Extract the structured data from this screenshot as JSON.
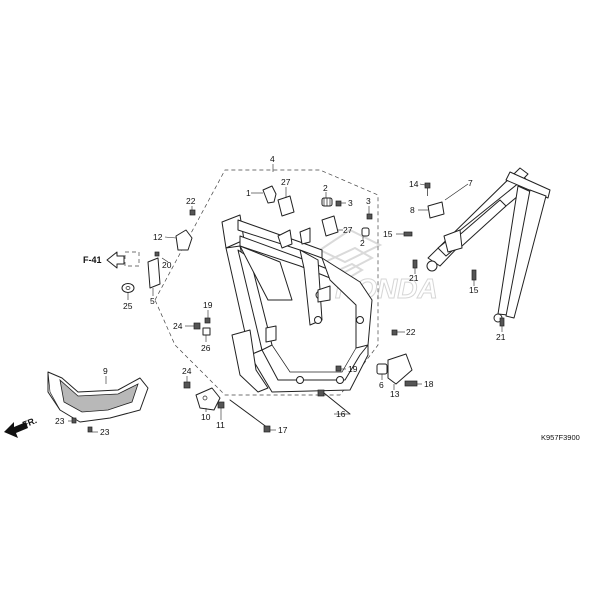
{
  "diagram": {
    "ref_code": "F-41",
    "front_marker": "FR.",
    "catalog_code": "K957F3900",
    "watermark": "HONDA",
    "callouts": [
      {
        "id": "c4",
        "text": "4"
      },
      {
        "id": "c1",
        "text": "1"
      },
      {
        "id": "c27a",
        "text": "27"
      },
      {
        "id": "c2a",
        "text": "2"
      },
      {
        "id": "c3a",
        "text": "3"
      },
      {
        "id": "c3b",
        "text": "3"
      },
      {
        "id": "c27b",
        "text": "27"
      },
      {
        "id": "c2b",
        "text": "2"
      },
      {
        "id": "c22a",
        "text": "22"
      },
      {
        "id": "c12",
        "text": "12"
      },
      {
        "id": "c20",
        "text": "20"
      },
      {
        "id": "c5",
        "text": "5"
      },
      {
        "id": "c25",
        "text": "25"
      },
      {
        "id": "c19a",
        "text": "19"
      },
      {
        "id": "c24a",
        "text": "24"
      },
      {
        "id": "c26",
        "text": "26"
      },
      {
        "id": "c22b",
        "text": "22"
      },
      {
        "id": "c14",
        "text": "14"
      },
      {
        "id": "c7",
        "text": "7"
      },
      {
        "id": "c8",
        "text": "8"
      },
      {
        "id": "c15a",
        "text": "15"
      },
      {
        "id": "c21a",
        "text": "21"
      },
      {
        "id": "c15b",
        "text": "15"
      },
      {
        "id": "c21b",
        "text": "21"
      },
      {
        "id": "c9",
        "text": "9"
      },
      {
        "id": "c24b",
        "text": "24"
      },
      {
        "id": "c10",
        "text": "10"
      },
      {
        "id": "c11",
        "text": "11"
      },
      {
        "id": "c19b",
        "text": "19"
      },
      {
        "id": "c6",
        "text": "6"
      },
      {
        "id": "c13",
        "text": "13"
      },
      {
        "id": "c18",
        "text": "18"
      },
      {
        "id": "c16",
        "text": "16"
      },
      {
        "id": "c17",
        "text": "17"
      },
      {
        "id": "c23a",
        "text": "23"
      },
      {
        "id": "c23b",
        "text": "23"
      }
    ]
  }
}
